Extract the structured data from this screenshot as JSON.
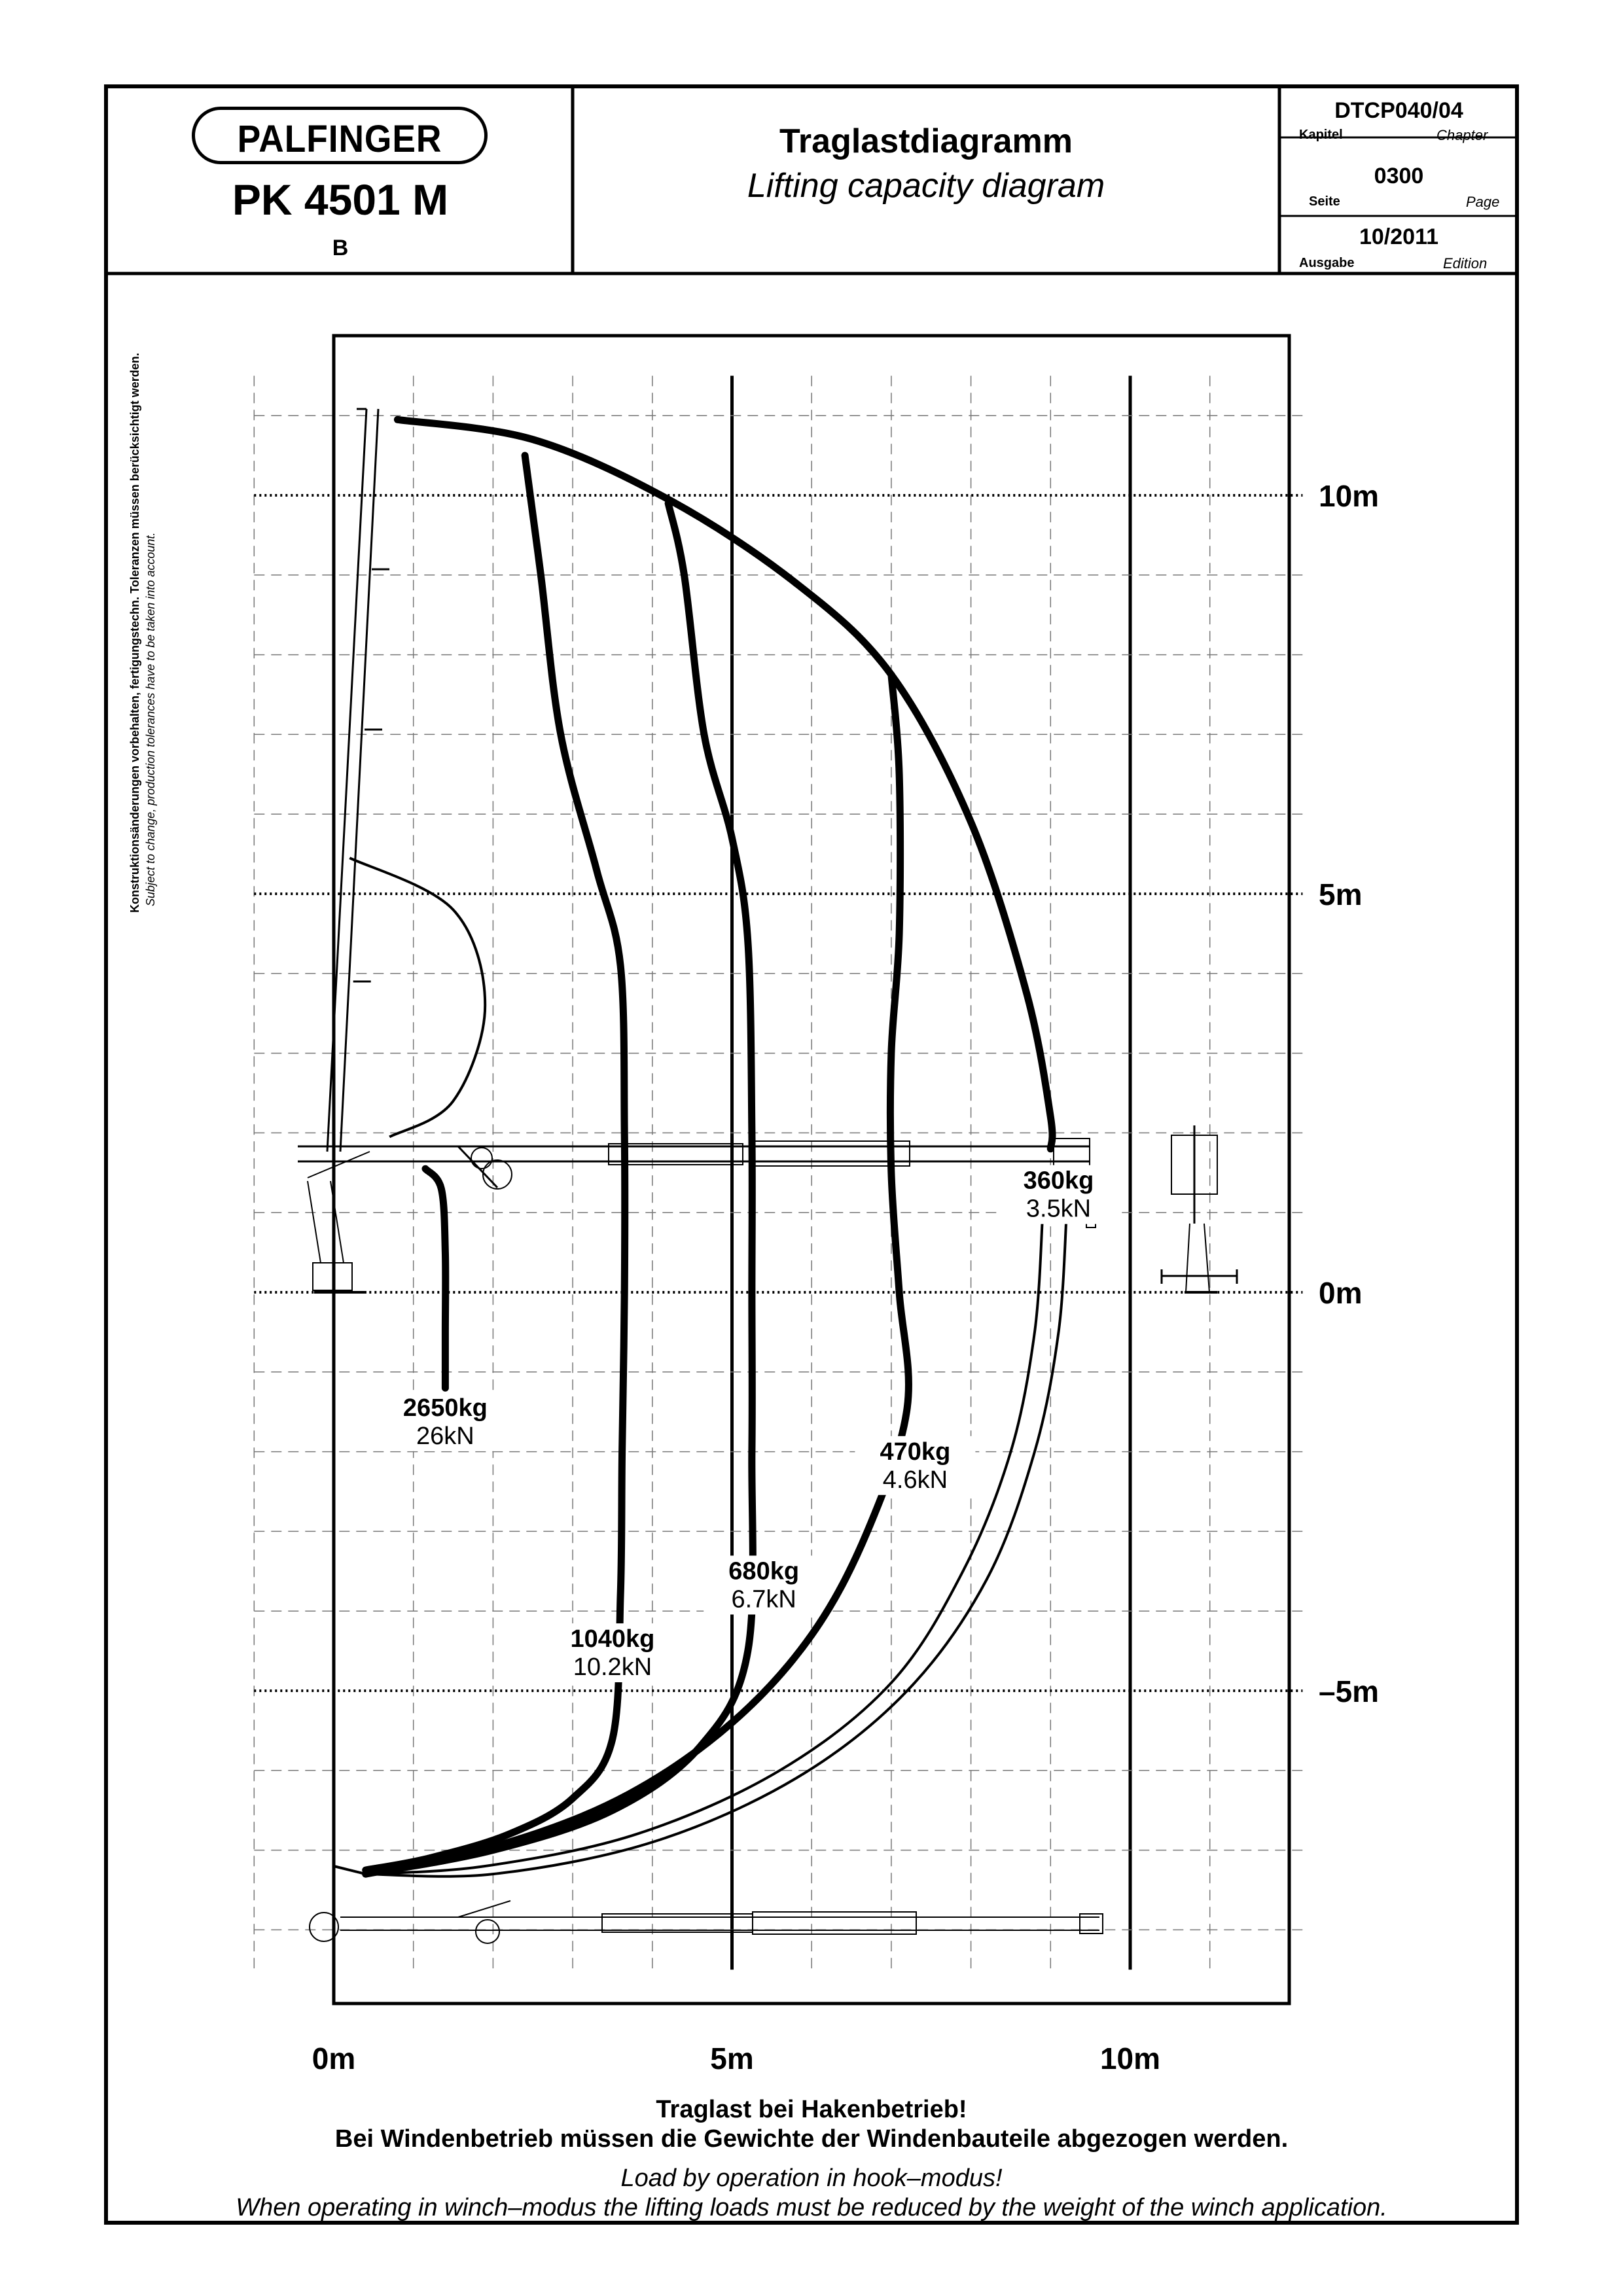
{
  "header": {
    "brand": "PALFINGER",
    "model": "PK 4501 M",
    "variant": "B",
    "title_de": "Traglastdiagramm",
    "title_en": "Lifting capacity diagram",
    "chapter_value": "DTCP040/04",
    "chapter_de": "Kapitel",
    "chapter_en": "Chapter",
    "page_value": "0300",
    "page_de": "Seite",
    "page_en": "Page",
    "edition_value": "10/2011",
    "edition_de": "Ausgabe",
    "edition_en": "Edition"
  },
  "side_note": {
    "de": "Konstruktionsänderungen vorbehalten, fertigungstechn. Toleranzen müssen berücksichtigt werden.",
    "en": "Subject to change, production tolerances have to be taken into account."
  },
  "footer": {
    "line1_de": "Traglast bei Hakenbetrieb!",
    "line2_de": "Bei Windenbetrieb müssen die Gewichte der Windenbauteile abgezogen werden.",
    "line1_en": "Load by operation in hook–modus!",
    "line2_en": "When operating in winch–modus the lifting loads must be reduced by the weight of the winch application."
  },
  "chart_data": {
    "type": "line",
    "title": "",
    "xlabel": "",
    "ylabel": "",
    "xlim": [
      -1,
      12
    ],
    "ylim": [
      -8.5,
      11.5
    ],
    "grid": true,
    "x_tick_labels": [
      {
        "value": 0,
        "label": "0m"
      },
      {
        "value": 5,
        "label": "5m"
      },
      {
        "value": 10,
        "label": "10m"
      }
    ],
    "y_tick_labels": [
      {
        "value": 10,
        "label": "10m"
      },
      {
        "value": 5,
        "label": "5m"
      },
      {
        "value": 0,
        "label": "0m"
      },
      {
        "value": -5,
        "label": "–5m"
      }
    ],
    "series": [
      {
        "kg": "2650kg",
        "kn": "26kN",
        "label_pos": [
          1.4,
          -1.55
        ],
        "points": [
          [
            1.15,
            1.55
          ],
          [
            1.35,
            1.3
          ],
          [
            1.4,
            0.5
          ],
          [
            1.4,
            -0.5
          ],
          [
            1.4,
            -1.2
          ]
        ]
      },
      {
        "kg": "1040kg",
        "kn": "10.2kN",
        "label_pos": [
          3.5,
          -4.45
        ],
        "points": [
          [
            2.4,
            10.5
          ],
          [
            2.6,
            9.0
          ],
          [
            2.85,
            7.0
          ],
          [
            3.3,
            5.3
          ],
          [
            3.6,
            4.1
          ],
          [
            3.65,
            2.0
          ],
          [
            3.65,
            0.0
          ],
          [
            3.62,
            -2.0
          ],
          [
            3.6,
            -3.8
          ],
          [
            3.5,
            -5.6
          ],
          [
            3.0,
            -6.35
          ],
          [
            2.2,
            -6.8
          ],
          [
            1.2,
            -7.1
          ],
          [
            0.4,
            -7.25
          ]
        ]
      },
      {
        "kg": "680kg",
        "kn": "6.7kN",
        "label_pos": [
          5.4,
          -3.6
        ],
        "points": [
          [
            4.2,
            9.9
          ],
          [
            4.4,
            9.0
          ],
          [
            4.65,
            7.0
          ],
          [
            5.0,
            5.7
          ],
          [
            5.2,
            4.4
          ],
          [
            5.25,
            2.0
          ],
          [
            5.25,
            0.0
          ],
          [
            5.25,
            -2.0
          ],
          [
            5.2,
            -4.5
          ],
          [
            4.6,
            -5.7
          ],
          [
            3.5,
            -6.5
          ],
          [
            2.0,
            -7.0
          ],
          [
            0.4,
            -7.3
          ]
        ]
      },
      {
        "kg": "470kg",
        "kn": "4.6kN",
        "label_pos": [
          7.3,
          -2.1
        ],
        "points": [
          [
            7.0,
            7.75
          ],
          [
            7.1,
            6.5
          ],
          [
            7.1,
            4.5
          ],
          [
            7.0,
            3.0
          ],
          [
            7.0,
            1.5
          ],
          [
            7.1,
            0.0
          ],
          [
            7.2,
            -1.45
          ],
          [
            6.7,
            -3.0
          ],
          [
            6.0,
            -4.3
          ],
          [
            5.0,
            -5.4
          ],
          [
            3.7,
            -6.3
          ],
          [
            2.2,
            -6.9
          ],
          [
            0.4,
            -7.3
          ]
        ]
      },
      {
        "kg": "360kg",
        "kn": "3.5kN",
        "label_pos": [
          9.1,
          1.3
        ],
        "points": [
          [
            0.8,
            10.95
          ],
          [
            2.5,
            10.7
          ],
          [
            4.2,
            9.95
          ],
          [
            5.8,
            8.9
          ],
          [
            7.0,
            7.75
          ],
          [
            8.0,
            5.9
          ],
          [
            8.7,
            3.75
          ],
          [
            9.0,
            2.2
          ],
          [
            9.0,
            1.8
          ]
        ]
      }
    ],
    "outer_envelope": [
      [
        9.2,
        0.95
      ],
      [
        9.1,
        -0.5
      ],
      [
        8.8,
        -2.0
      ],
      [
        8.2,
        -3.6
      ],
      [
        7.2,
        -5.0
      ],
      [
        5.8,
        -6.1
      ],
      [
        4.0,
        -6.9
      ],
      [
        2.0,
        -7.3
      ],
      [
        0.4,
        -7.3
      ]
    ],
    "inner_envelope": [
      [
        8.9,
        0.95
      ],
      [
        8.8,
        -0.5
      ],
      [
        8.5,
        -2.0
      ],
      [
        7.9,
        -3.5
      ],
      [
        7.0,
        -4.9
      ],
      [
        5.6,
        -6.0
      ],
      [
        3.8,
        -6.8
      ],
      [
        1.9,
        -7.2
      ],
      [
        0.4,
        -7.3
      ]
    ],
    "bottom_arc": [
      [
        0.4,
        -7.3
      ],
      [
        0.0,
        -7.2
      ]
    ],
    "swing_arc": [
      [
        0.2,
        5.45
      ],
      [
        1.5,
        4.8
      ],
      [
        1.9,
        3.6
      ],
      [
        1.5,
        2.4
      ],
      [
        0.7,
        1.95
      ]
    ]
  }
}
